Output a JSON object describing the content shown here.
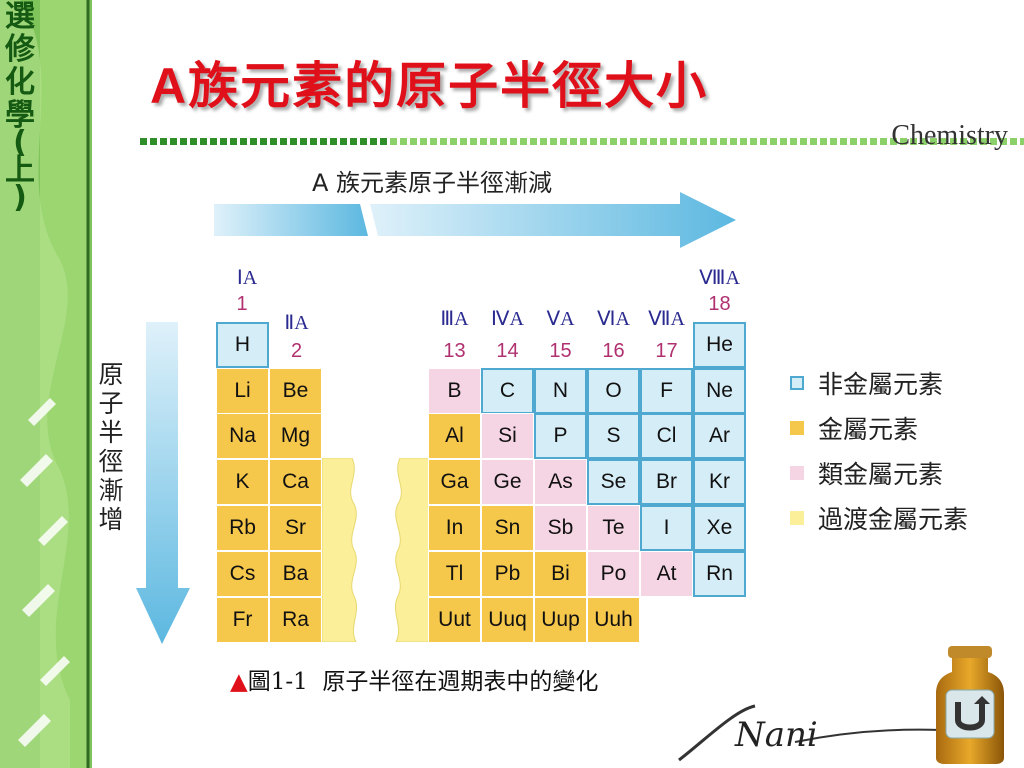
{
  "sidebar": {
    "title_chars": [
      "選",
      "修",
      "化",
      "學",
      "(",
      "上",
      ")"
    ]
  },
  "slide": {
    "title_latin": "A",
    "title_rest": "族元素的原子半徑大小",
    "subject": "Chemistry"
  },
  "figure": {
    "top_arrow_label": "A 族元素原子半徑漸減",
    "side_arrow_chars": [
      "原",
      "子",
      "半",
      "徑",
      "漸",
      "增"
    ],
    "groups": {
      "g1": {
        "roman": "ⅠA",
        "num": "1"
      },
      "g2": {
        "roman": "ⅡA",
        "num": "2"
      },
      "g13": {
        "roman": "ⅢA",
        "num": "13"
      },
      "g14": {
        "roman": "ⅣA",
        "num": "14"
      },
      "g15": {
        "roman": "ⅤA",
        "num": "15"
      },
      "g16": {
        "roman": "ⅥA",
        "num": "16"
      },
      "g17": {
        "roman": "ⅦA",
        "num": "17"
      },
      "g18": {
        "roman": "ⅧA",
        "num": "18"
      }
    },
    "elements": [
      [
        "H",
        "Li",
        "Na",
        "K",
        "Rb",
        "Cs",
        "Fr"
      ],
      [
        "Be",
        "Mg",
        "Ca",
        "Sr",
        "Ba",
        "Ra"
      ],
      [
        "B",
        "Al",
        "Ga",
        "In",
        "Tl",
        "Uut"
      ],
      [
        "C",
        "Si",
        "Ge",
        "Sn",
        "Pb",
        "Uuq"
      ],
      [
        "N",
        "P",
        "As",
        "Sb",
        "Bi",
        "Uup"
      ],
      [
        "O",
        "S",
        "Se",
        "Te",
        "Po",
        "Uuh"
      ],
      [
        "F",
        "Cl",
        "Br",
        "I",
        "At"
      ],
      [
        "He",
        "Ne",
        "Ar",
        "Kr",
        "Xe",
        "Rn"
      ]
    ],
    "legend": [
      {
        "label": "非金屬元素",
        "color": "#d5edf7",
        "border": "#4ea8cf"
      },
      {
        "label": "金屬元素",
        "color": "#f5c74a",
        "border": "#f5c74a"
      },
      {
        "label": "類金屬元素",
        "color": "#f5d5e3",
        "border": "#f5d5e3"
      },
      {
        "label": "過渡金屬元素",
        "color": "#fbef9a",
        "border": "#fbef9a"
      }
    ],
    "caption_marker": "▲",
    "caption_label": "圖1-1",
    "caption_text": "原子半徑在週期表中的變化"
  },
  "footer": {
    "signature": "Nani"
  },
  "colors": {
    "title": "#e0101a",
    "sidebar_green": "#2f8d2a",
    "nonmetal": "#d5edf7",
    "metal": "#f5c74a",
    "metalloid": "#f5d5e3",
    "transition": "#fbef9a"
  },
  "icons": {
    "home_button": "u-turn-return-icon"
  }
}
